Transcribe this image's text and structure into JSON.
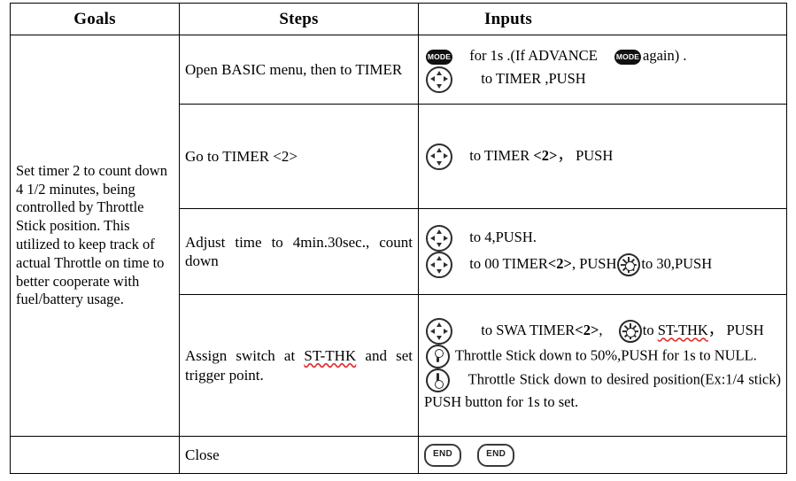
{
  "table": {
    "headers": {
      "goals": "Goals",
      "steps": "Steps",
      "inputs": "Inputs"
    },
    "goals_cell": "Set timer 2 to count down 4 1/2 minutes, being controlled by Throttle Stick position. This utilized to keep track of actual Throttle on time to better cooperate with fuel/battery usage.",
    "rows": [
      {
        "step": "Open BASIC menu, then to TIMER",
        "input_line_1_a": "for 1s .(If ADVANCE",
        "input_line_1_b": "again) .",
        "input_line_2": "to TIMER ,PUSH",
        "icons": [
          "mode-button-icon",
          "mode-button-icon",
          "dpad-icon"
        ]
      },
      {
        "step": "Go to TIMER <2>",
        "input_line_1_a": "to TIMER ",
        "input_line_1_bold": "<2>",
        "input_line_1_b": "，  PUSH",
        "icons": [
          "dpad-icon"
        ]
      },
      {
        "step": "Adjust time to 4min.30sec., count down",
        "input_line_1": "to 4,PUSH.",
        "input_line_2_a": "to 00 TIMER",
        "input_line_2_bold": "<2>",
        "input_line_2_b": ", PUSH",
        "input_line_2_c": "to 30,PUSH",
        "icons": [
          "dpad-icon",
          "dpad-icon",
          "dial-icon"
        ]
      },
      {
        "step_a": "Assign switch at ",
        "step_spell": "ST-THK",
        "step_b": " and set trigger point.",
        "input_line_1_a": "to SWA TIMER",
        "input_line_1_bold": "<2>",
        "input_line_1_b": ",",
        "input_line_1_c": "to ",
        "input_line_1_spell": "ST-THK",
        "input_line_1_d": "，  PUSH",
        "input_line_2": "Throttle Stick down to 50%,PUSH for 1s to NULL.",
        "input_line_3": "Throttle Stick down to desired position(Ex:1/4 stick) PUSH button for 1s to set.",
        "icons": [
          "dpad-icon",
          "dial-icon",
          "throttle-stick-up-icon",
          "throttle-stick-down-icon"
        ]
      },
      {
        "step": "Close",
        "icons": [
          "end-button-icon",
          "end-button-icon"
        ]
      }
    ],
    "icon_labels": {
      "mode": "MODE",
      "end": "END"
    }
  },
  "colors": {
    "border": "#000000",
    "text": "#000000",
    "spellcheck_underline": "#e03131",
    "icon_fill_dark": "#111111"
  }
}
